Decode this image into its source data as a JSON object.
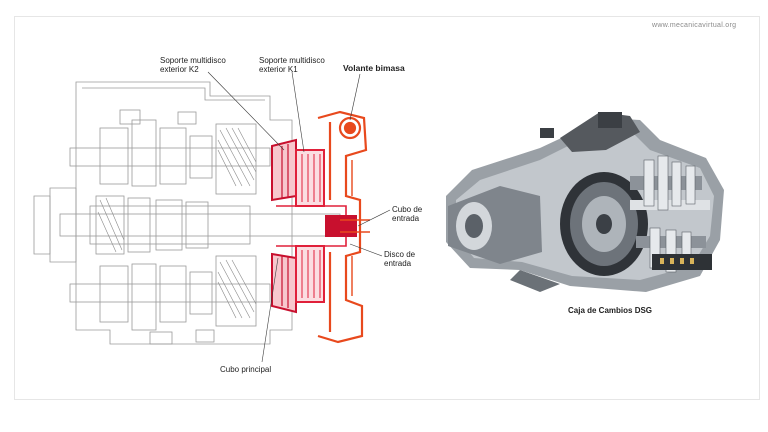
{
  "source": "www.mecanicavirtual.org",
  "labels": {
    "k2": [
      "Soporte multidisco",
      "exterior K2"
    ],
    "k1": [
      "Soporte multidisco",
      "exterior K1"
    ],
    "flywheel": "Volante bimasa",
    "input_hub": [
      "Cubo de",
      "entrada"
    ],
    "input_disc": [
      "Disco de",
      "entrada"
    ],
    "main_hub": "Cubo principal"
  },
  "caption": "Caja de Cambios DSG",
  "colors": {
    "k2_red": "#c8102e",
    "k1_pink": "#f04a5a",
    "flywheel_orange": "#e8491d",
    "line_grey": "#9a9a9a"
  }
}
